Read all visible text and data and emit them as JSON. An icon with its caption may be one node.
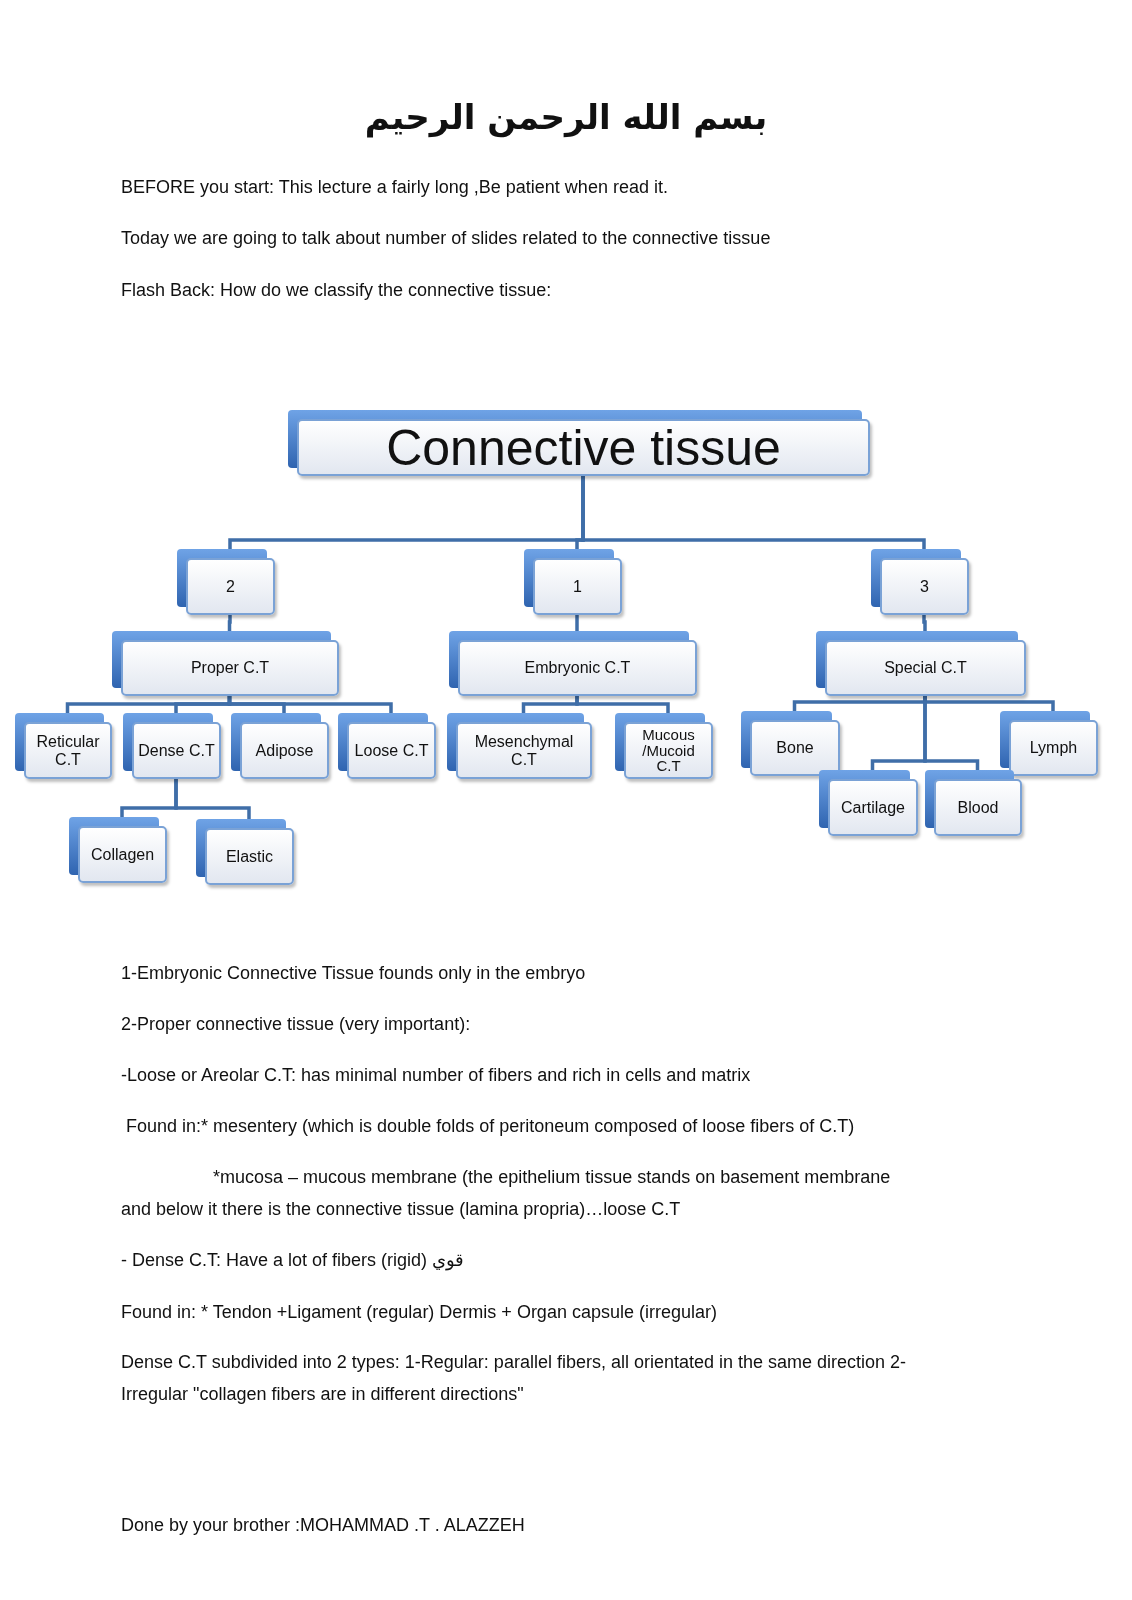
{
  "diagram": {
    "title": "بسم الله الرحمن الرحيم",
    "nodes": [
      {
        "text": [
          "Connective tissue"
        ]
      },
      {
        "text": [
          "2"
        ]
      },
      {
        "text": [
          "1"
        ]
      },
      {
        "text": [
          "3"
        ]
      },
      {
        "text": [
          "Proper C.T"
        ]
      },
      {
        "text": [
          "Embryonic  C.T"
        ]
      },
      {
        "text": [
          "Special C.T"
        ]
      },
      {
        "text": [
          "Reticular C.T"
        ]
      },
      {
        "text": [
          "Dense C.T"
        ]
      },
      {
        "text": [
          "Adipose"
        ]
      },
      {
        "text": [
          "Loose C.T"
        ]
      },
      {
        "text": [
          "Mesenchymal C.T"
        ]
      },
      {
        "text": [
          "Mucous /Mucoid C.T"
        ]
      },
      {
        "text": [
          "Bone"
        ]
      },
      {
        "text": [
          "Lymph"
        ]
      },
      {
        "text": [
          "Cartilage"
        ]
      },
      {
        "text": [
          "Blood"
        ]
      },
      {
        "text": [
          "Collagen"
        ]
      },
      {
        "text": [
          "Elastic"
        ]
      }
    ],
    "edges": [
      {
        "from": 0,
        "to": 1,
        "arrow": "none"
      },
      {
        "from": 0,
        "to": 2,
        "arrow": "none"
      },
      {
        "from": 0,
        "to": 3,
        "arrow": "none"
      },
      {
        "from": 1,
        "to": 4,
        "arrow": "none"
      },
      {
        "from": 2,
        "to": 5,
        "arrow": "none"
      },
      {
        "from": 3,
        "to": 6,
        "arrow": "none"
      },
      {
        "from": 4,
        "to": 7,
        "arrow": "none"
      },
      {
        "from": 4,
        "to": 8,
        "arrow": "none"
      },
      {
        "from": 4,
        "to": 9,
        "arrow": "none"
      },
      {
        "from": 4,
        "to": 10,
        "arrow": "none"
      },
      {
        "from": 5,
        "to": 11,
        "arrow": "none"
      },
      {
        "from": 5,
        "to": 12,
        "arrow": "none"
      },
      {
        "from": 6,
        "to": 13,
        "arrow": "none"
      },
      {
        "from": 6,
        "to": 14,
        "arrow": "none"
      },
      {
        "from": 6,
        "to": 15,
        "arrow": "none"
      },
      {
        "from": 6,
        "to": 16,
        "arrow": "none"
      },
      {
        "from": 8,
        "to": 17,
        "arrow": "none"
      },
      {
        "from": 8,
        "to": 18,
        "arrow": "none"
      }
    ],
    "labels": [
      "BEFORE you start: This lecture a fairly long ,Be patient when read it.",
      "Today we are going to talk about number of slides related to the connective tissue",
      "Flash Back: How do we classify the connective tissue:",
      "1-Embryonic Connective Tissue founds only in the embryo",
      "2-Proper connective tissue (very important):",
      "-Loose or Areolar C.T: has minimal number of fibers and rich in cells and matrix",
      "Found in:* mesentery (which is double folds of peritoneum composed of loose fibers of C.T)",
      "*mucosa – mucous membrane (the epithelium tissue stands on basement membrane and below it there is the connective tissue (lamina propria)…loose C.T",
      "- Dense C.T: Have a lot of fibers (rigid) قوي",
      "Found in: * Tendon +Ligament (regular)    Dermis + Organ capsule (irregular)",
      "Dense C.T subdivided into 2 types: 1-Regular: parallel fibers, all orientated in the same direction 2-Irregular \"collagen fibers are in different directions\"",
      "Done by your brother :MOHAMMAD .T . ALAZZEH"
    ]
  }
}
